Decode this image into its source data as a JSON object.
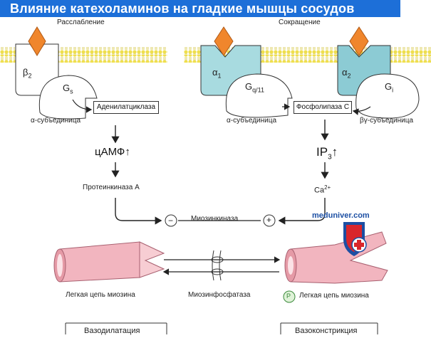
{
  "title": "Влияние катехоламинов на гладкие мышцы сосудов",
  "left": {
    "heading": "Расслабление",
    "receptor": "β",
    "receptor_sub": "2",
    "gprotein": "G",
    "gprotein_sub": "s",
    "subunit_label": "α-субъединица",
    "enzyme": "Аденилатциклаза",
    "messenger": "цАМФ",
    "messenger_arrow": "↑",
    "kinase": "Протеинкиназа A",
    "sign": "−",
    "chain_label": "Легкая цепь миозина",
    "outcome": "Вазодилатация"
  },
  "right": {
    "heading": "Сокращение",
    "receptor1": "α",
    "receptor1_sub": "1",
    "receptor2": "α",
    "receptor2_sub": "2",
    "gprotein1": "G",
    "gprotein1_sub": "q/11",
    "gprotein2": "G",
    "gprotein2_sub": "i",
    "subunit_label": "α-субъединица",
    "bg_label": "βγ-субъединица",
    "enzyme": "Фосфолипаза C",
    "messenger": "IP",
    "messenger_sub": "3",
    "messenger_arrow": "↑",
    "ion": "Ca",
    "ion_sup": "2+",
    "sign": "+",
    "phospho": "P",
    "chain_label": "Легкая цепь миозина",
    "outcome": "Вазоконстрикция"
  },
  "center": {
    "kinase": "Миозинкиназа",
    "phosphatase": "Миозинфосфатаза"
  },
  "watermark": "meduniver.com",
  "colors": {
    "title_bg": "#1d6fd8",
    "membrane": "#f2e35a",
    "ligand": "#f0862c",
    "receptor_alpha": "#a8dbe0",
    "vessel": "#f2b5bf",
    "shield_red": "#d9262c",
    "shield_blue": "#1c4fa3"
  }
}
